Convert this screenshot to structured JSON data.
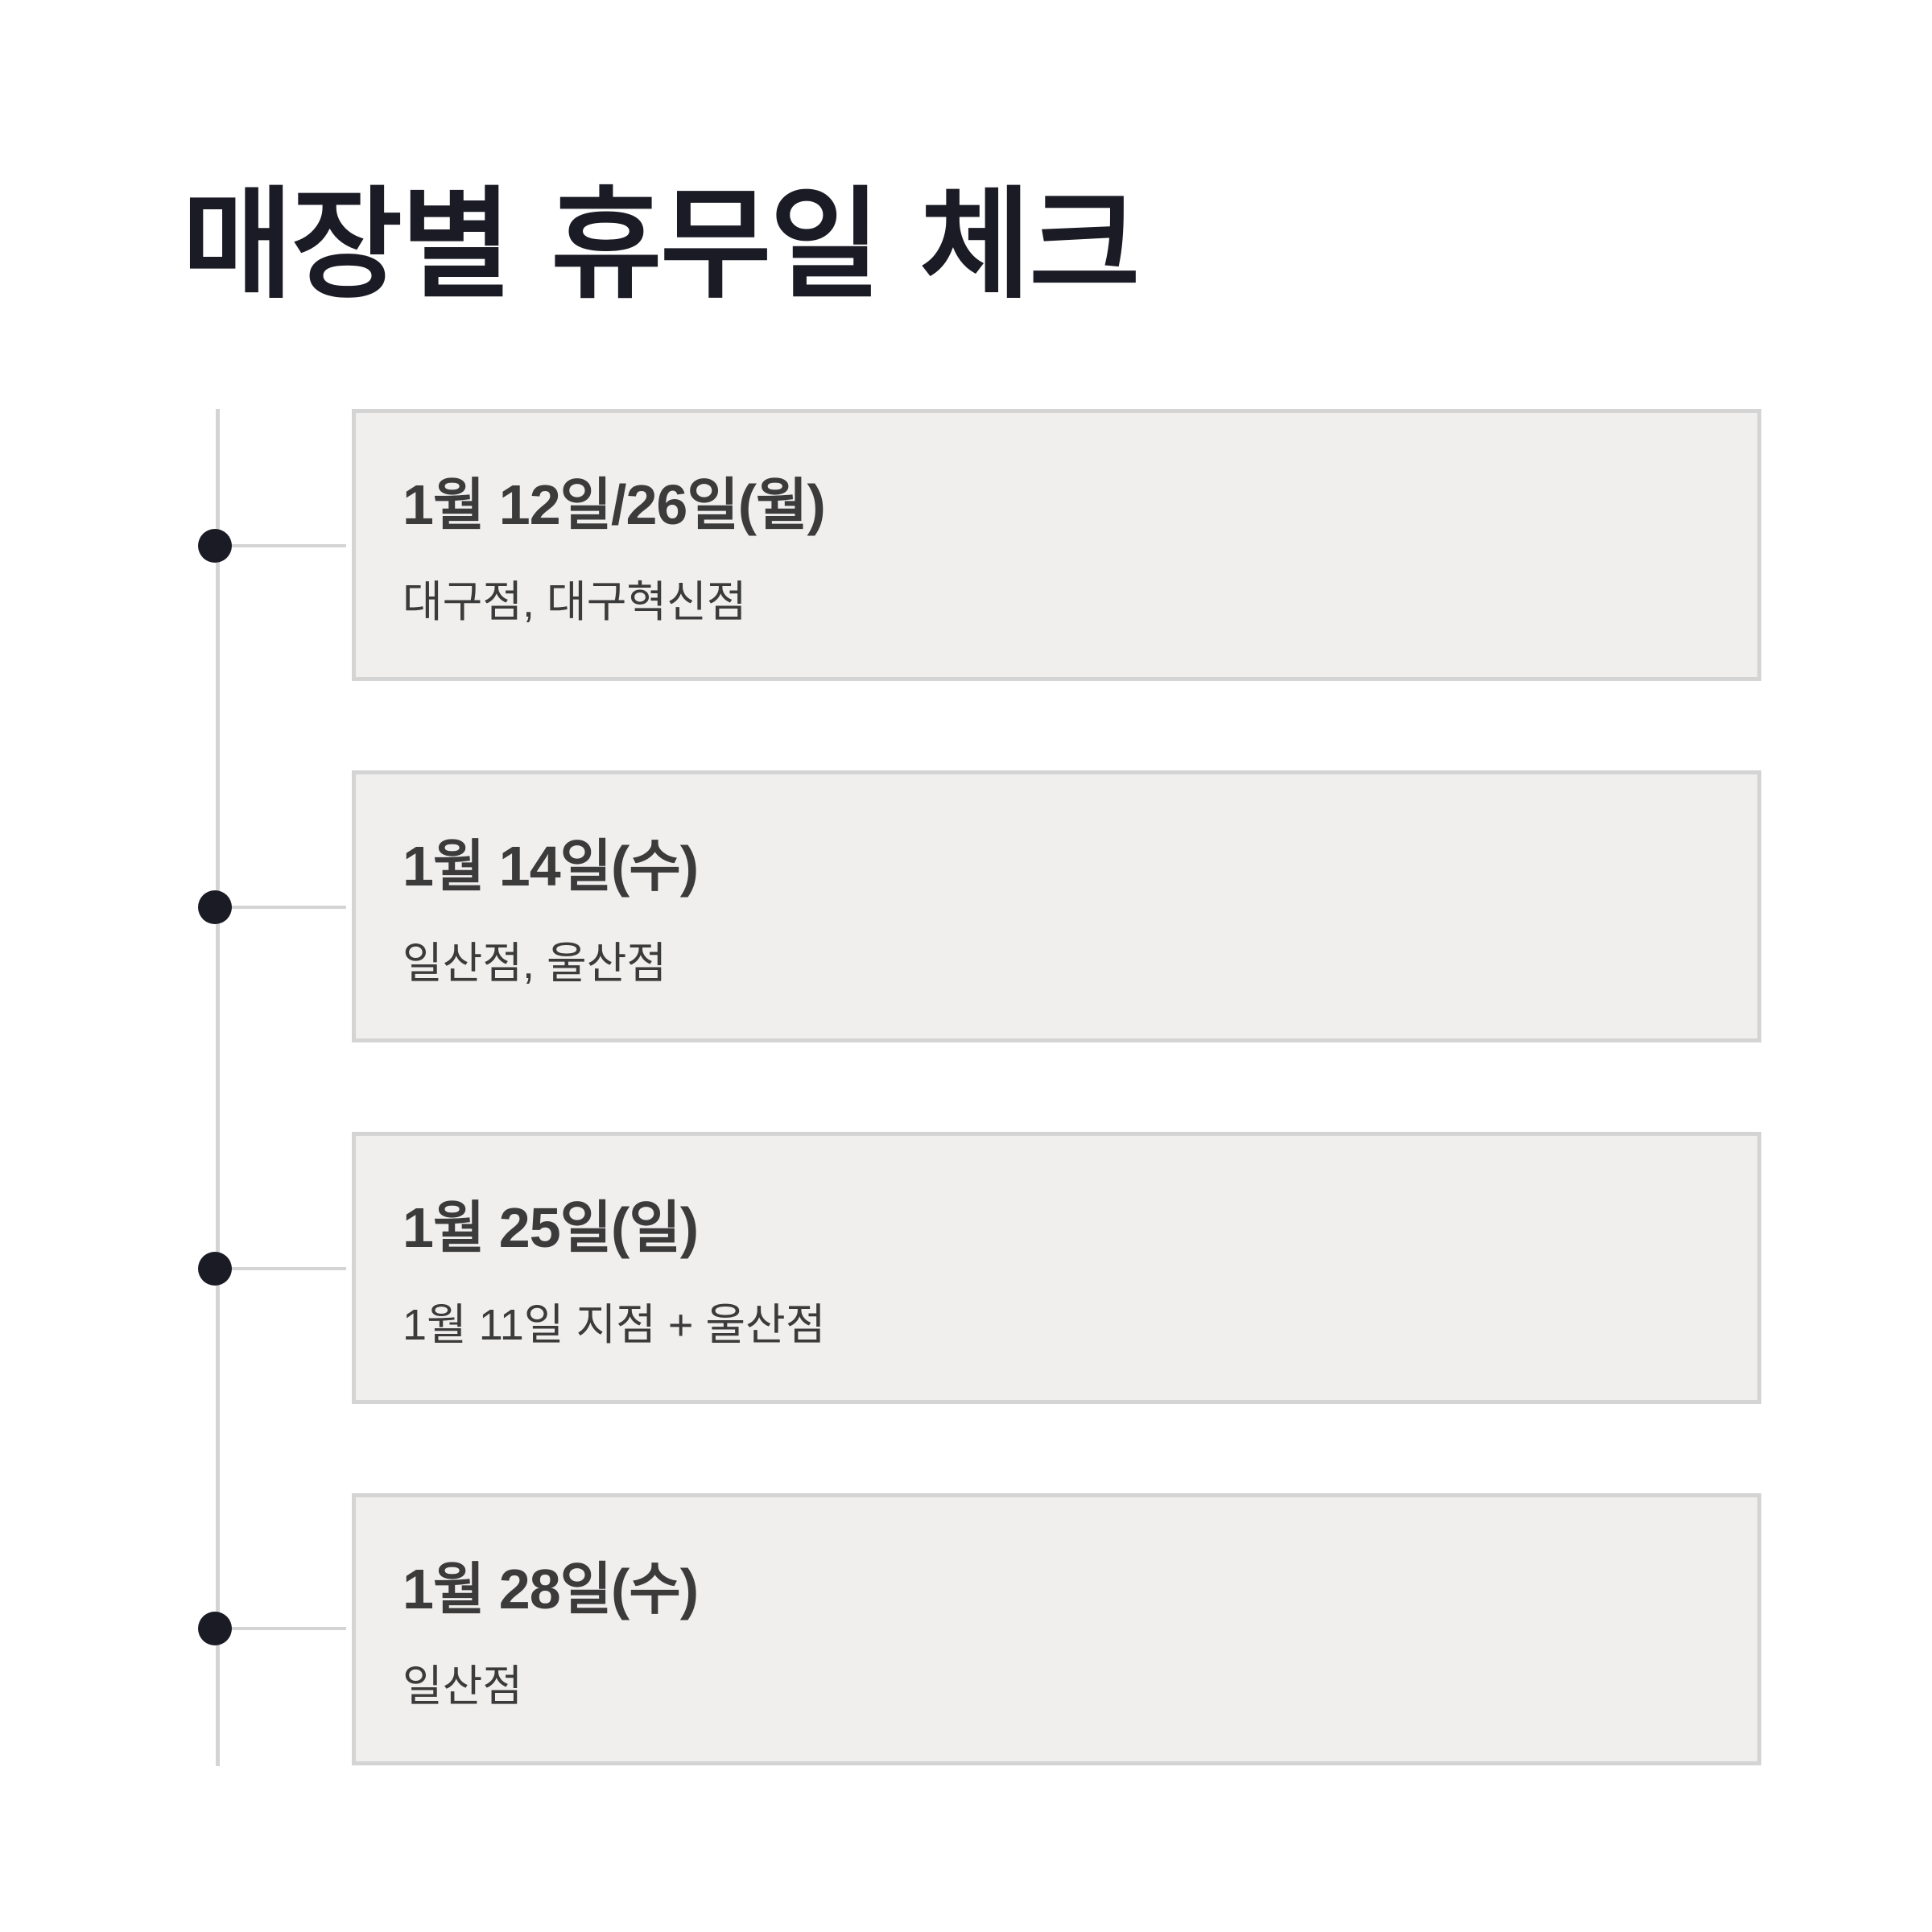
{
  "title": "매장별 휴무일 체크",
  "entries": [
    {
      "date": "1월 12일/26일(월)",
      "stores": "대구점, 대구혁신점"
    },
    {
      "date": "1월 14일(수)",
      "stores": "일산점, 울산점"
    },
    {
      "date": "1월 25일(일)",
      "stores": "1월 11일 지점 + 울산점"
    },
    {
      "date": "1월 28일(수)",
      "stores": "일산점"
    }
  ],
  "colors": {
    "dot": "#1b1b26",
    "line": "#d5d4d4",
    "card_bg": "#f1eeee",
    "card_border": "#d5d4d4",
    "text": "#3b3b3b"
  }
}
